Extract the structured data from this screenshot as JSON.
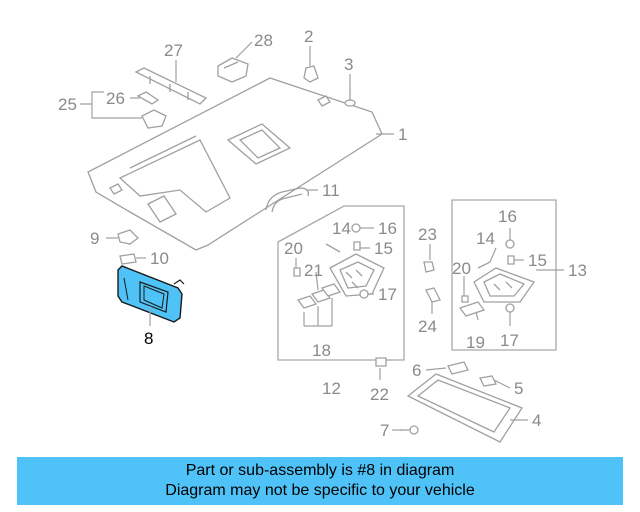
{
  "banner": {
    "line1": "Part or sub-assembly is #8 in diagram",
    "line2": "Diagram may not be specific to your vehicle"
  },
  "highlight_color": "#4fc3f7",
  "callouts": {
    "c1": "1",
    "c2": "2",
    "c3": "3",
    "c4": "4",
    "c5": "5",
    "c6": "6",
    "c7": "7",
    "c8": "8",
    "c9": "9",
    "c10": "10",
    "c11": "11",
    "c12": "12",
    "c13": "13",
    "c14a": "14",
    "c14b": "14",
    "c15a": "15",
    "c15b": "15",
    "c16a": "16",
    "c16b": "16",
    "c17a": "17",
    "c17b": "17",
    "c18": "18",
    "c19": "19",
    "c20a": "20",
    "c20b": "20",
    "c21": "21",
    "c22": "22",
    "c23": "23",
    "c24": "24",
    "c25": "25",
    "c26": "26",
    "c27": "27",
    "c28": "28"
  }
}
